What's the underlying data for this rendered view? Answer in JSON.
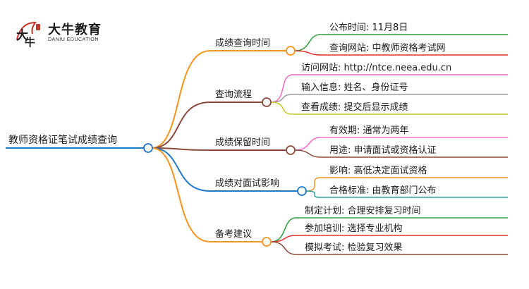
{
  "brand": {
    "name_cn": "大牛教育",
    "name_en": "DANIU EDUCATION",
    "logo_glyph": "大牛"
  },
  "mindmap": {
    "root": "教师资格证笔试成绩查询",
    "branches": [
      {
        "label": "成绩查询时间",
        "color": "#f7941d",
        "leaves": [
          {
            "text": "公布时间: 11月8日",
            "color": "#2e9e3e"
          },
          {
            "text": "查询网站: 中教师资格考试网",
            "color": "#e8312b"
          }
        ]
      },
      {
        "label": "查询流程",
        "color": "#8b4a3c",
        "leaves": [
          {
            "text": "访问网站: http://ntce.neea.edu.cn",
            "color": "#f06bc8"
          },
          {
            "text": "输入信息: 姓名、身份证号",
            "color": "#9e9e9e"
          },
          {
            "text": "查看成绩: 提交后显示成绩",
            "color": "#c8c820"
          }
        ]
      },
      {
        "label": "成绩保留时间",
        "color": "#8b4a3c",
        "leaves": [
          {
            "text": "有效期: 通常为两年",
            "color": "#f06bc8"
          },
          {
            "text": "用途: 申请面试或资格认证",
            "color": "#8b4a3c"
          }
        ]
      },
      {
        "label": "成绩对面试影响",
        "color": "#1f78c8",
        "leaves": [
          {
            "text": "影响: 高低决定面试资格",
            "color": "#f7941d"
          },
          {
            "text": "合格标准: 由教育部门公布",
            "color": "#2aa198"
          }
        ]
      },
      {
        "label": "备考建议",
        "color": "#f7941d",
        "leaves": [
          {
            "text": "制定计划: 合理安排复习时间",
            "color": "#2e9e3e"
          },
          {
            "text": "参加培训: 选择专业机构",
            "color": "#e8312b"
          },
          {
            "text": "模拟考试: 检验复习效果",
            "color": "#8b4a3c"
          }
        ]
      }
    ]
  }
}
